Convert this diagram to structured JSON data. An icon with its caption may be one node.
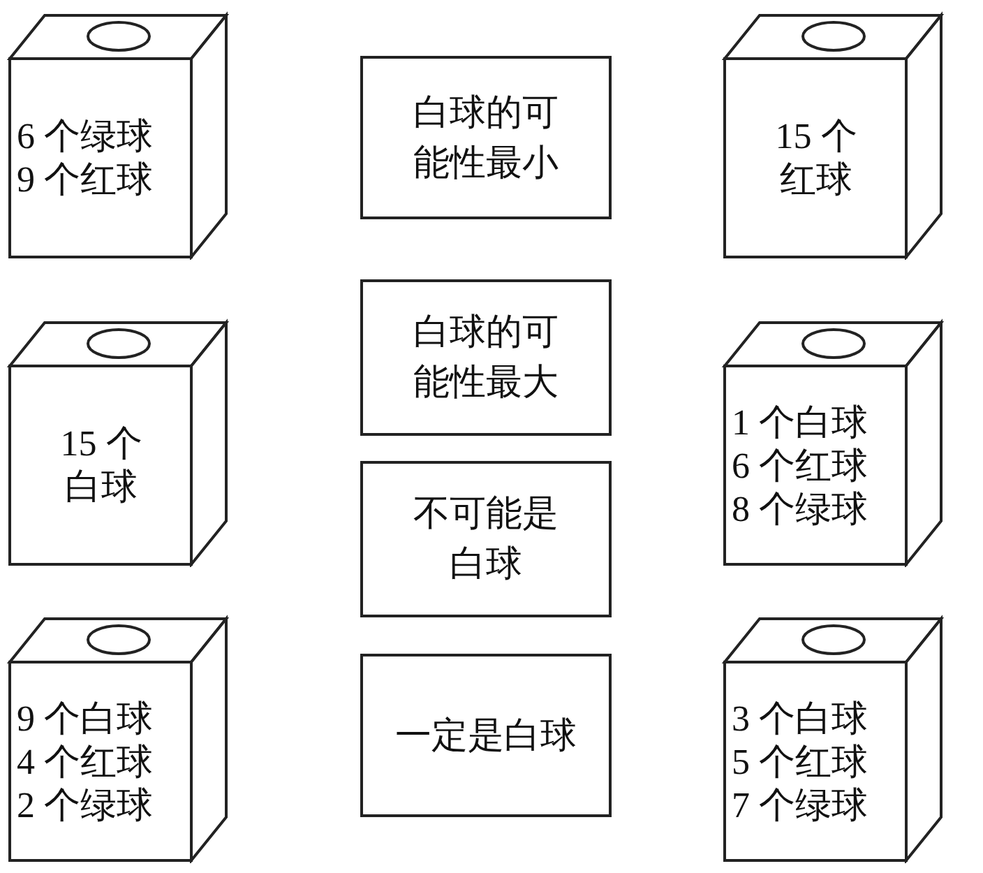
{
  "diagram": {
    "nodes": [
      {
        "text": [
          "6 个绿球",
          "9 个红球"
        ]
      },
      {
        "text": [
          "白球的可能性最小"
        ]
      },
      {
        "text": [
          "15 个红球"
        ]
      },
      {
        "text": [
          "15 个白球"
        ]
      },
      {
        "text": [
          "白球的可能性最大"
        ]
      },
      {
        "text": [
          "1 个白球",
          "6 个红球",
          "8 个绿球"
        ]
      },
      {
        "text": [
          "不可能是白球"
        ]
      },
      {
        "text": [
          "9 个白球",
          "4 个红球",
          "2 个绿球"
        ]
      },
      {
        "text": [
          "一定是白球"
        ]
      },
      {
        "text": [
          "3 个白球",
          "5 个红球",
          "7 个绿球"
        ]
      }
    ]
  }
}
